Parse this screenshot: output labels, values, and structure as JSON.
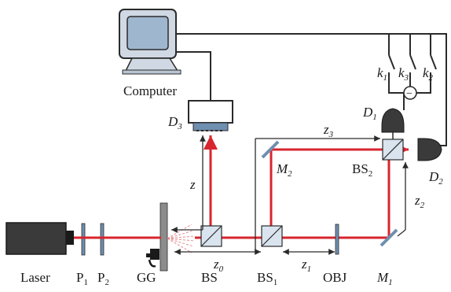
{
  "colors": {
    "beam": "#d7262e",
    "wire": "#2b2b2b",
    "component": "#6f8fb0",
    "detector": "#3a3a3a",
    "monitor_screen": "#9fb6cf"
  },
  "labels": {
    "computer": "Computer",
    "laser": "Laser",
    "p1": "P",
    "p1_sub": "1",
    "p2": "P",
    "p2_sub": "2",
    "gg": "GG",
    "bs": "BS",
    "bs1": "BS",
    "bs1_sub": "1",
    "bs2": "BS",
    "bs2_sub": "2",
    "obj": "OBJ",
    "m1": "M",
    "m1_sub": "1",
    "m2": "M",
    "m2_sub": "2",
    "d1": "D",
    "d1_sub": "1",
    "d2": "D",
    "d2_sub": "2",
    "d3": "D",
    "d3_sub": "3",
    "z": "z",
    "z0": "z",
    "z0_sub": "0",
    "z1": "z",
    "z1_sub": "1",
    "z2": "z",
    "z2_sub": "2",
    "z3": "z",
    "z3_sub": "3",
    "k1": "k",
    "k1_sub": "1",
    "k2": "k",
    "k2_sub": "2",
    "k3": "k",
    "k3_sub": "3",
    "minus": "−"
  },
  "icons": [
    "computer-monitor-icon",
    "laser-body",
    "ccd-detector-icon",
    "photodetector-icon",
    "motor-icon"
  ]
}
